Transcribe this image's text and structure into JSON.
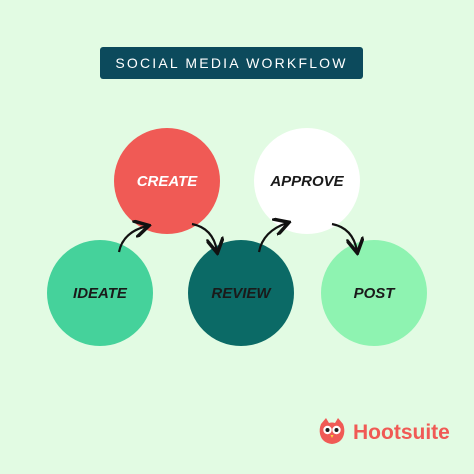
{
  "title": "SOCIAL MEDIA WORKFLOW",
  "colors": {
    "background": "#e2fbe3",
    "title_badge": "#0c4a5c",
    "create": "#f05a55",
    "approve": "#ffffff",
    "ideate": "#45d29b",
    "review": "#0b6a66",
    "post": "#8ef3b1",
    "arrow": "#111111",
    "brand": "#f05a55"
  },
  "nodes": [
    {
      "id": "create",
      "label": "CREATE",
      "label_color": "#ffffff"
    },
    {
      "id": "approve",
      "label": "APPROVE",
      "label_color": "#1a1a1a"
    },
    {
      "id": "ideate",
      "label": "IDEATE",
      "label_color": "#1a1a1a"
    },
    {
      "id": "review",
      "label": "REVIEW",
      "label_color": "#1a1a1a"
    },
    {
      "id": "post",
      "label": "POST",
      "label_color": "#1a1a1a"
    }
  ],
  "edges": [
    {
      "from": "ideate",
      "to": "create"
    },
    {
      "from": "create",
      "to": "review"
    },
    {
      "from": "review",
      "to": "approve"
    },
    {
      "from": "approve",
      "to": "post"
    }
  ],
  "logo": {
    "text": "Hootsuite",
    "icon": "owl-icon"
  }
}
